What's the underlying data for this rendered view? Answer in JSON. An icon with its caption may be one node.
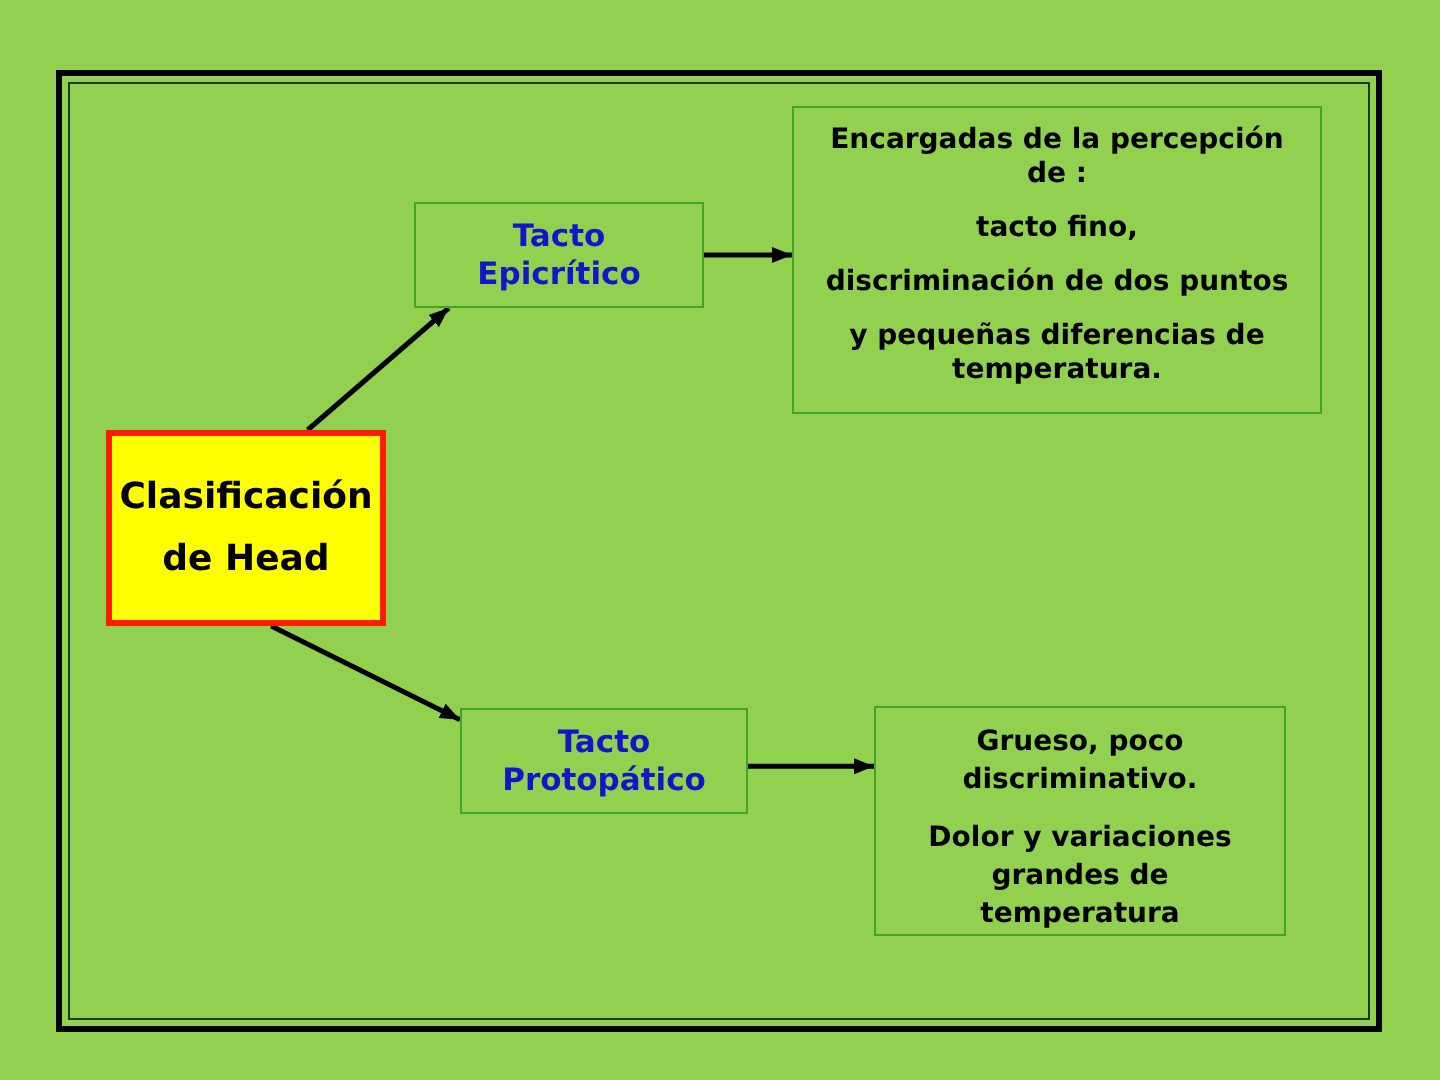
{
  "diagram": {
    "nodes": [
      {
        "text": [
          "Clasificación de Head"
        ]
      },
      {
        "text": [
          "Tacto Epicrítico"
        ]
      },
      {
        "text": [
          "Encargadas de la percepción de :",
          "tacto fino,",
          "discriminación de dos puntos",
          "y pequeñas diferencias de temperatura."
        ]
      },
      {
        "text": [
          "Tacto Protopático"
        ]
      },
      {
        "text": [
          "Grueso, poco discriminativo.",
          "Dolor y variaciones grandes de temperatura"
        ]
      }
    ],
    "edges": [
      {
        "from": 0,
        "to": 1,
        "arrow": "to"
      },
      {
        "from": 0,
        "to": 3,
        "arrow": "to"
      },
      {
        "from": 1,
        "to": 2,
        "arrow": "to"
      },
      {
        "from": 3,
        "to": 4,
        "arrow": "to"
      }
    ]
  }
}
